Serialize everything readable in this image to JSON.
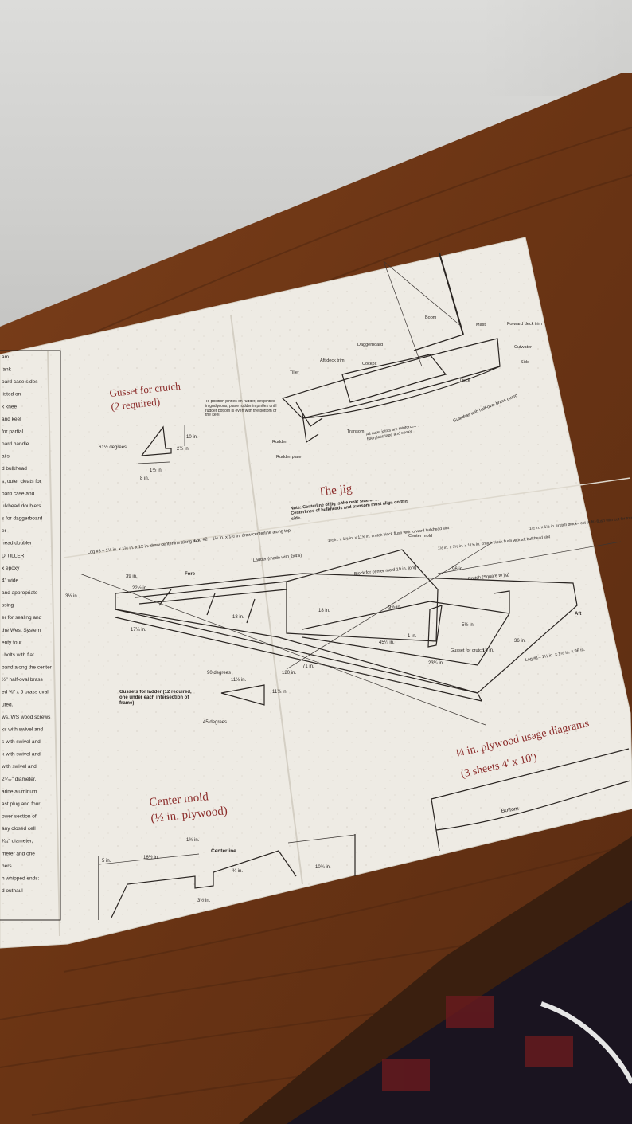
{
  "sheet": {
    "gusset_title": "Gusset for crutch",
    "gusset_sub": "(2 required)",
    "gusset_angle": "61½ degrees",
    "gusset_h": "10 in.",
    "gusset_w1": "2½ in.",
    "gusset_w2": "1½ in.",
    "gusset_w3": "8 in.",
    "boat_labels": {
      "boom": "Boom",
      "mast": "Mast",
      "forward_deck_trim": "Forward deck trim",
      "cutwater": "Cutwater",
      "side": "Side",
      "daggerboard": "Daggerboard",
      "aft_deck_trim": "Aft deck trim",
      "cockpit": "Cockpit",
      "tiller": "Tiller",
      "deck": "Deck",
      "transom": "Transom",
      "rudder": "Rudder",
      "rudder_plate": "Rudder plate",
      "guardrail": "Guardrail with half-oval brass guard",
      "pintles_note": "To position pintles on rudder, set pintles in gudgeons, place rudder in pintles until rudder bottom is even with the bottom of the keel.",
      "outer_joints": "All outer joints are reinforced with 2 layers of fiberglass tape and epoxy"
    },
    "jig_title": "The jig",
    "jig_note": "Note: Centerline of jig is the near side of the crutch. Centerlines of bulkheads and transom must align on this side.",
    "jig_labels": {
      "log3": "Log #3 – 1½ in. x 1½ in. x 12 in. draw centerline along top",
      "log2": "Log #2 – 1½ in. x 1½ in. draw centerline along top",
      "ladder": "Ladder (made with 2x4's)",
      "crutch_block_fwd": "1½ in. x 1½ in. x 11⅝ in. crutch block flush with forward bulkhead slot",
      "center_mold": "Center mold",
      "crutch_block_aft": "1½ in. x 1½ in. x 11⅝ in. crutch block flush with aft bulkhead slot",
      "crutch_block_cut": "1½ in. x 1½ in. crutch block– cut to fit–flush with cut for transom",
      "block_center_mold": "Block for center mold 19 in. long",
      "crutch_square": "Crutch (Square to jig)",
      "fore": "Fore",
      "aft": "Aft",
      "gusset_crutch": "Gusset for crutch",
      "log1": "Log #1– 1½ in. x 1½ in. x 96 in.",
      "d39": "39 in.",
      "d22": "22½ in.",
      "d3": "3½ in.",
      "d17": "17¼ in.",
      "d18a": "18 in.",
      "d18b": "18 in.",
      "d18c": "18 in.",
      "d9": "9⅜ in.",
      "d45": "45¼ in.",
      "d1": "1 in.",
      "d23": "23¼ in.",
      "d36": "36 in.",
      "d96": "96 in.",
      "d71": "71 in.",
      "d120": "120 in.",
      "d5": "5½ in."
    },
    "ladder_gussets": "Gussets for ladder (12 required, one under each intersection of frame)",
    "gl_90": "90 degrees",
    "gl_45": "45 degrees",
    "gl_11a": "11⅛ in.",
    "gl_11b": "11⅛ in.",
    "center_mold_title": "Center mold",
    "center_mold_sub": "(½ in. plywood)",
    "cm_5": "5 in.",
    "cm_16": "16½ in.",
    "cm_1": "1¾ in.",
    "cm_centerline": "Centerline",
    "cm_34": "¾ in.",
    "cm_3": "3½ in.",
    "cm_10": "10¾ in.",
    "plywood_title": "¼ in. plywood usage diagrams",
    "plywood_sub": "(3 sheets 4' x 10')",
    "plywood_bottom": "Bottom",
    "left_column": [
      "am",
      "lank",
      "oard case sides",
      "listed on",
      "k knee",
      "and keel",
      "for partial",
      "oard handle",
      "ails",
      "d bulkhead",
      "s, outer cleats for",
      "oard case and",
      "ulkhead doublers",
      "s for daggerboard",
      "er",
      "head doubler",
      "D TILLER",
      "x epoxy",
      "4\" wide",
      "and appropriate",
      "ssing",
      "er for sealing and",
      "the West System",
      "enty four",
      "l bolts with flat",
      "band along the center",
      "½\" half-oval brass",
      "ed ⅝\" x 5 brass oval",
      "uted.",
      "ws, WS wood screws",
      "ks with swivel and",
      "s with swivel and",
      "k with swivel and",
      "with swivel and",
      "2⁹⁄₃₂\" diameter,",
      "arine aluminum",
      "ast plug and four",
      "ower section of",
      "any closed cell",
      "³⁄₆₄\" diameter,",
      "meter and one",
      "ners.",
      "h whipped ends:",
      "d outhaul"
    ]
  }
}
